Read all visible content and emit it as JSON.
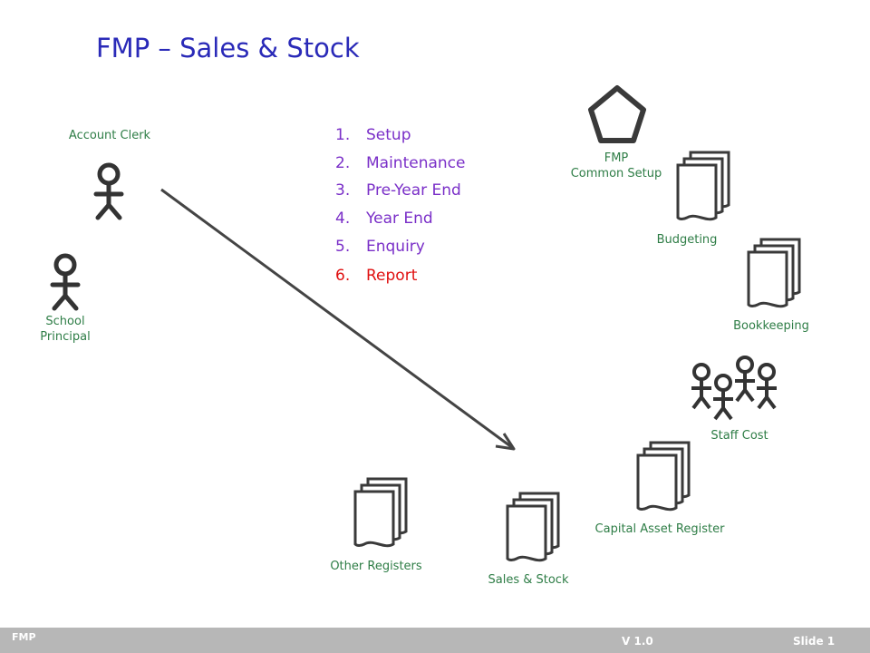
{
  "title": "FMP – Sales & Stock",
  "actors": {
    "account_clerk": "Account Clerk",
    "school_principal_line1": "School",
    "school_principal_line2": "Principal"
  },
  "menu": [
    {
      "num": "1.",
      "label": "Setup"
    },
    {
      "num": "2.",
      "label": "Maintenance"
    },
    {
      "num": "3.",
      "label": "Pre-Year End"
    },
    {
      "num": "4.",
      "label": "Year End"
    },
    {
      "num": "5.",
      "label": "Enquiry"
    },
    {
      "num": "6.",
      "label": "Report"
    }
  ],
  "modules": {
    "fmp_common_line1": "FMP",
    "fmp_common_line2": "Common Setup",
    "budgeting": "Budgeting",
    "bookkeeping": "Bookkeeping",
    "staff_cost": "Staff Cost",
    "capital_asset_register": "Capital Asset Register",
    "sales_and_stock": "Sales & Stock",
    "other_registers": "Other Registers"
  },
  "footer": {
    "left": "FMP",
    "version": "V 1.0",
    "slide": "Slide 1"
  },
  "colors": {
    "title": "#2a2ab8",
    "labels": "#2e7d46",
    "menu": "#7a2fc8",
    "menu_highlight": "#e01010",
    "footer": "#b7b7b7"
  }
}
